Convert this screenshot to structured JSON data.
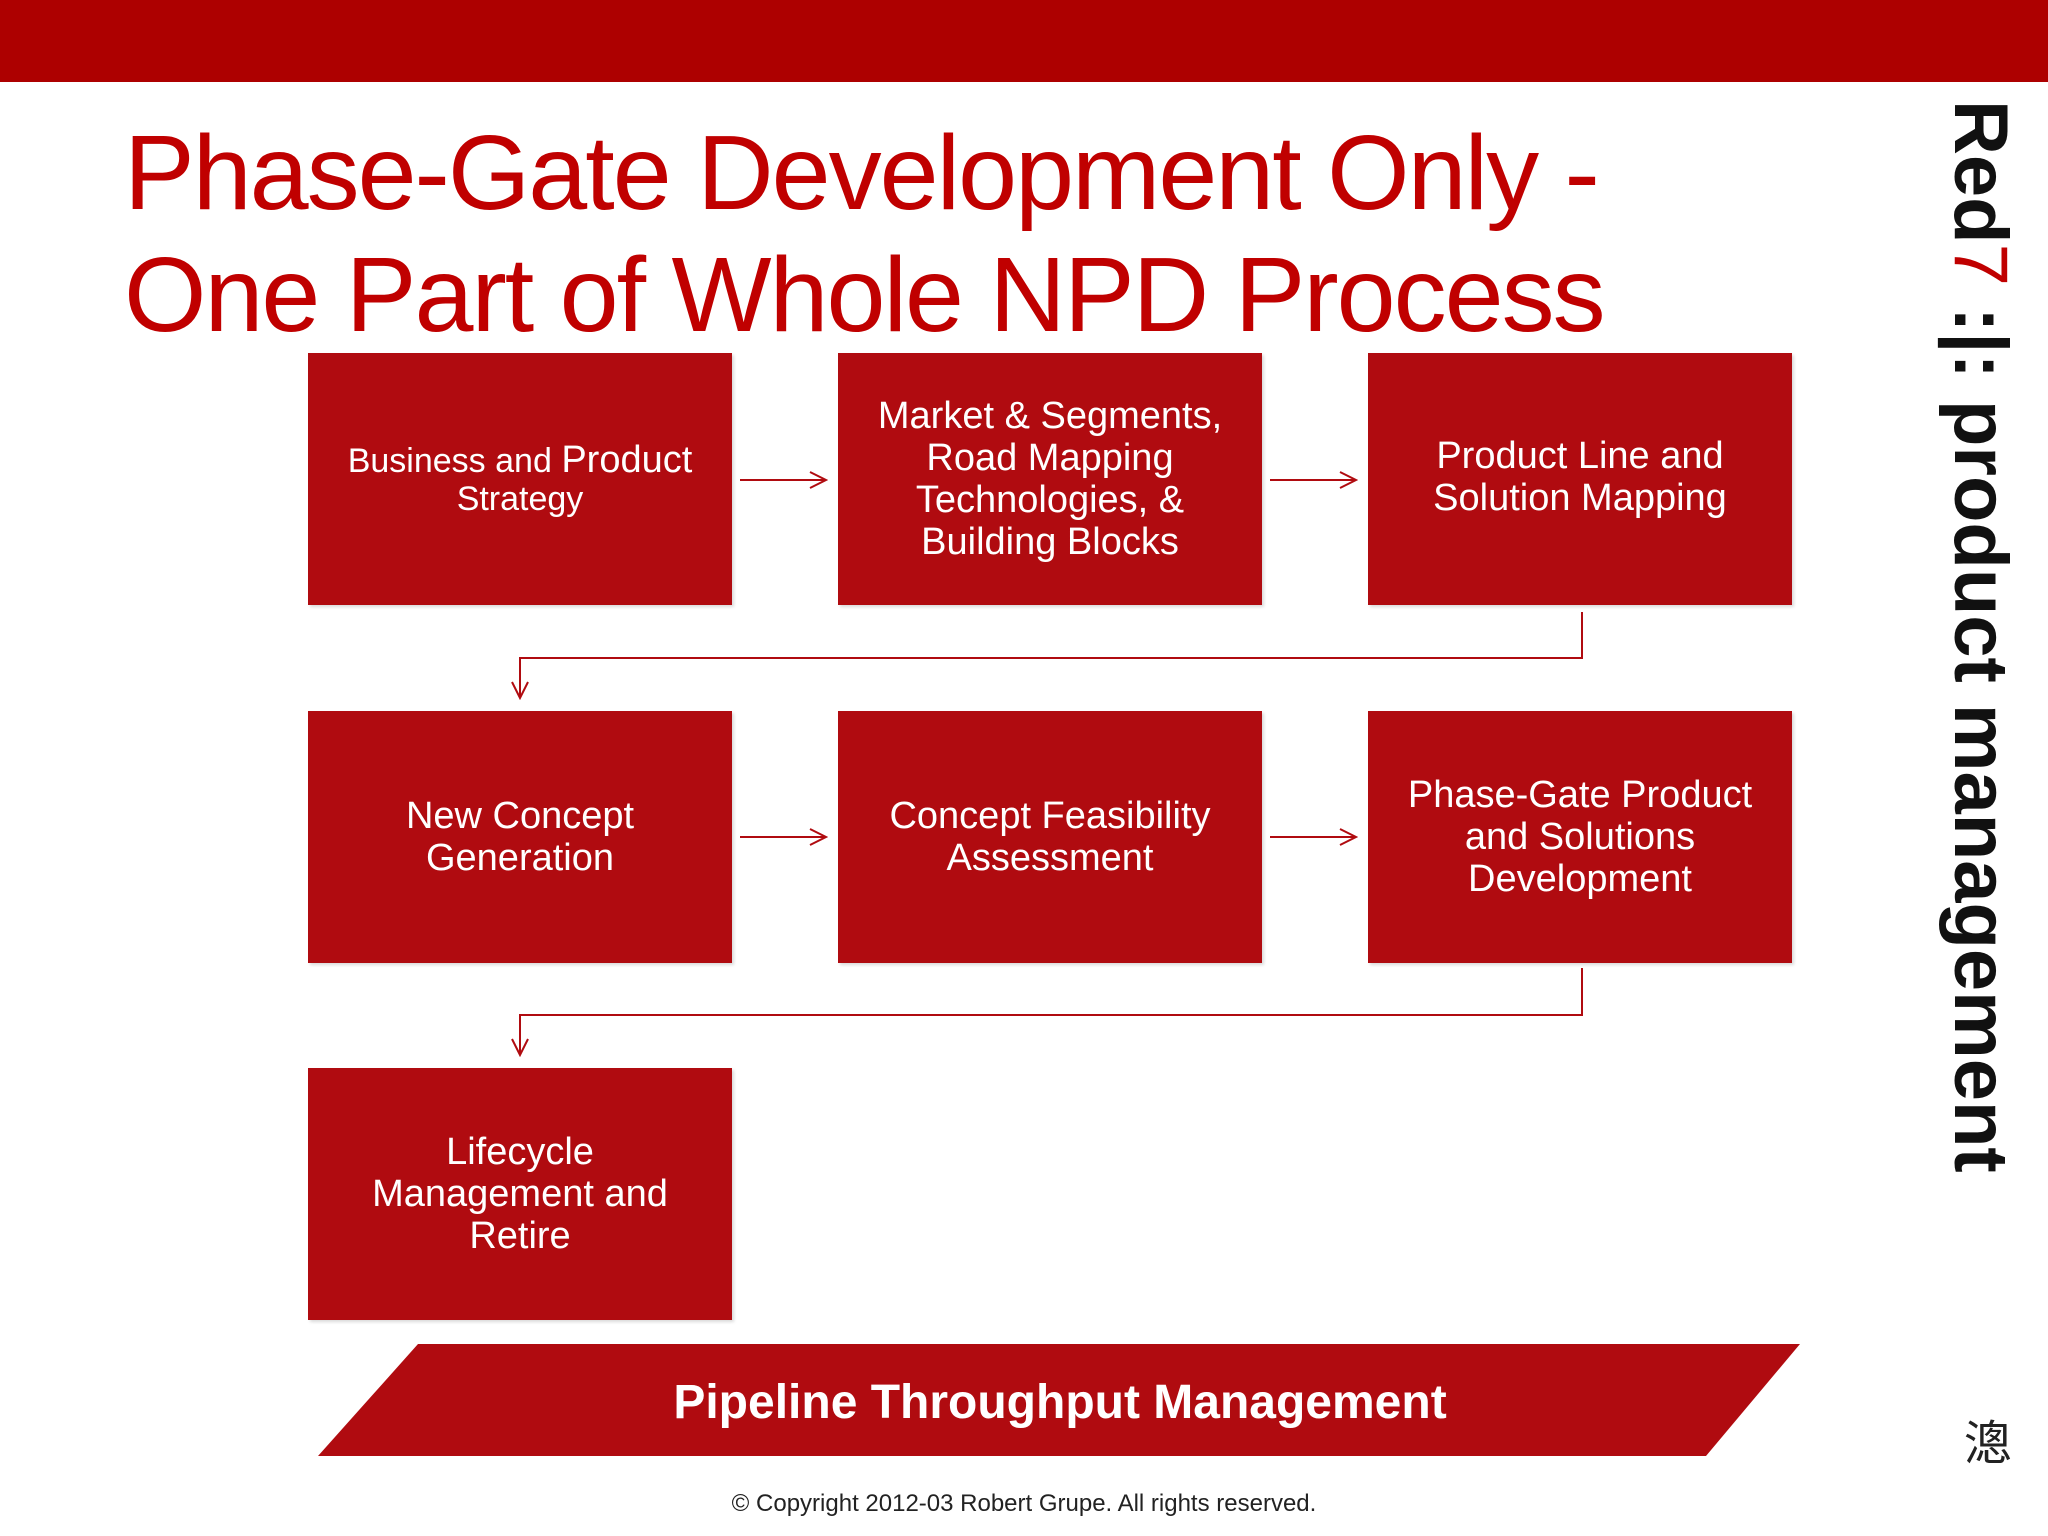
{
  "title": {
    "line1": "Phase-Gate Development Only -",
    "line2": "One Part of Whole NPD Process"
  },
  "steps": [
    {
      "label_small": "Business and ",
      "label_large": "Product",
      "label_line2": "Strategy"
    },
    {
      "label": "Market & Segments, Road Mapping Technologies, & Building Blocks"
    },
    {
      "label": "Product Line and Solution Mapping"
    },
    {
      "label": "New Concept Generation"
    },
    {
      "label": "Concept Feasibility Assessment"
    },
    {
      "label": "Phase-Gate Product and Solutions Development"
    },
    {
      "label": "Lifecycle Management and Retire"
    }
  ],
  "pipeline": {
    "label": "Pipeline Throughput Management"
  },
  "brand": {
    "prefix": "Red",
    "seven": "7",
    "suffix": " :|: product management",
    "seal_char": "漗"
  },
  "footer": {
    "copyright": "© Copyright 2012-03 Robert Grupe.  All rights reserved."
  },
  "colors": {
    "brand_red": "#ad0000",
    "box_red": "#b00b10",
    "title_red": "#c00000"
  }
}
